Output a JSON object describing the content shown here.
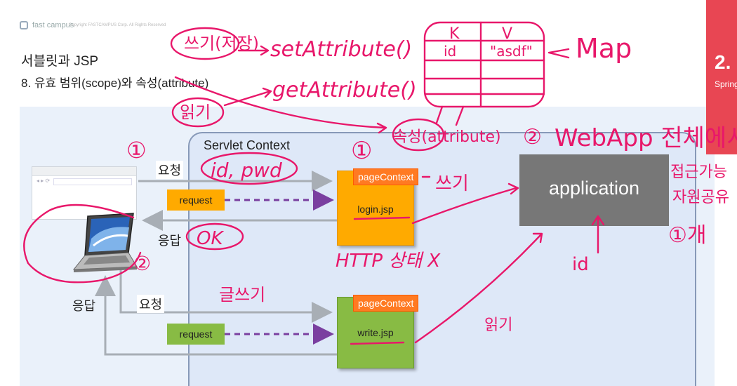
{
  "header": {
    "logo_text": "fast campus",
    "copyright": "Copyright FASTCAMPUS Corp. All Rights Reserved"
  },
  "slide": {
    "title_line1": "서블릿과 JSP",
    "title_line2": "8. 유효 범위(scope)와 속성(attribute)"
  },
  "diagram": {
    "context_label": "Servlet Context",
    "request_label_top": "요청",
    "response_label_top": "응답",
    "request_label_bottom": "요청",
    "response_label_bottom": "응답",
    "request_box_1": "request",
    "request_box_2": "request",
    "page_context_1": "pageContext",
    "jsp_1": "login.jsp",
    "page_context_2": "pageContext",
    "jsp_2": "write.jsp",
    "application_label": "application"
  },
  "side_tab": {
    "number": "2.",
    "text": "Spring"
  },
  "annotations": {
    "write_korean": "쓰기(저장)",
    "set_attribute": "setAttribute()",
    "get_attribute": "getAttribute()",
    "read_korean": "읽기",
    "table_k": "K",
    "table_v": "V",
    "table_id": "id",
    "table_asdf": "\"asdf\"",
    "map": "Map",
    "attribute": "속성(attribute)",
    "num1": "①",
    "num2": "②",
    "webapp": "WebApp 전체에서",
    "access": "접근가능",
    "shared": "자원공유",
    "one_count": "①개",
    "id_pwd": "id, pwd",
    "write_small": "쓰기",
    "ok": "OK",
    "http_state": "HTTP 상태 X",
    "id_bottom": "id",
    "writing": "글쓰기",
    "read_small": "읽기"
  },
  "colors": {
    "ink": "#e8176a",
    "orange": "#ffaa00",
    "green": "#88bb44",
    "tag_orange": "#ff7a22",
    "application_gray": "#777777",
    "context_bg": "#dee8f8",
    "accent_red": "#e84653"
  }
}
